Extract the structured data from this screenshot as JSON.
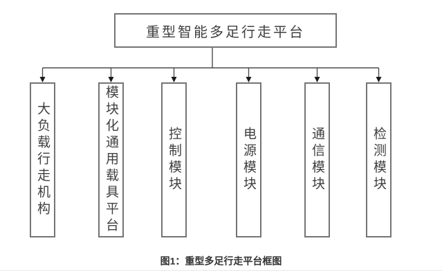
{
  "diagram": {
    "root": {
      "label": "重型智能多足行走平台"
    },
    "modules": [
      {
        "label": "大负载行走机构"
      },
      {
        "label": "模块化通用载具平台"
      },
      {
        "label": "控制模块"
      },
      {
        "label": "电源模块"
      },
      {
        "label": "通信模块"
      },
      {
        "label": "检测模块"
      }
    ]
  },
  "caption": {
    "text": "图1：重型多足行走平台框图"
  },
  "colors": {
    "background": "#ffffff",
    "box_border": "#747474",
    "box_text": "#3f3f3f",
    "connector_line": "#4c4c4c",
    "arrowhead": "#1a1a1a",
    "caption_text": "#333333",
    "divider": "#e8e8e8"
  }
}
